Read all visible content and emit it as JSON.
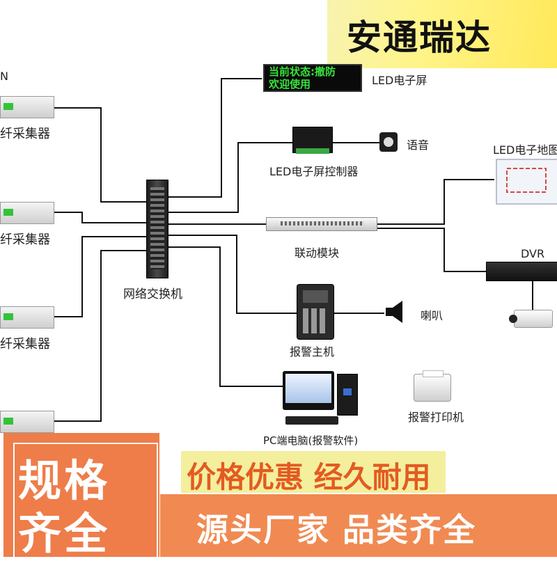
{
  "brand": {
    "title": "安通瑞达"
  },
  "left_partial": {
    "top_fragment": "N",
    "collectors": [
      "纤采集器",
      "纤采集器",
      "纤采集器"
    ]
  },
  "devices": {
    "switch": "网络交换机",
    "led_screen": "LED电子屏",
    "led_screen_display": {
      "line1": "当前状态:撤防",
      "line2": "欢迎使用"
    },
    "led_controller": "LED电子屏控制器",
    "voice": "语音",
    "led_map": "LED电子地图",
    "linkage": "联动模块",
    "dvr": "DVR",
    "alarm_host": "报警主机",
    "horn": "喇叭",
    "pc": "PC端电脑(报警软件)",
    "printer": "报警打印机"
  },
  "badges": {
    "left_line1": "规格",
    "left_line2": "齐全",
    "promo_top": "价格优惠 经久耐用",
    "promo_bottom": "源头厂家 品类齐全"
  },
  "colors": {
    "brand_bg": "#ffe95a",
    "orange": "#ee7d4a",
    "promo_text": "#e45a22",
    "led_green": "#38e43c"
  }
}
